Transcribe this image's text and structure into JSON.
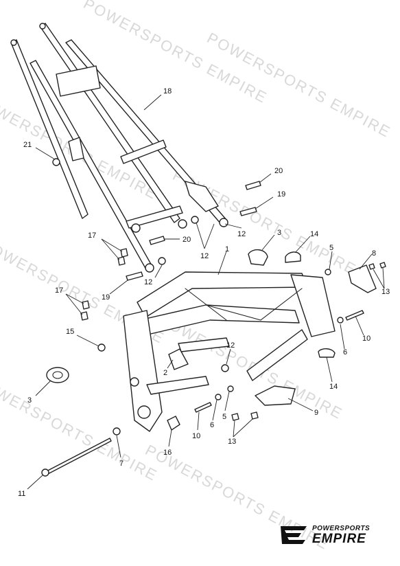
{
  "watermark": {
    "text": "POWERSPORTS EMPIRE"
  },
  "brand": {
    "top": "POWERSPORTS",
    "main": "EMPIRE"
  },
  "callouts": [
    {
      "id": "c18",
      "label": "18"
    },
    {
      "id": "c21",
      "label": "21"
    },
    {
      "id": "c20a",
      "label": "20"
    },
    {
      "id": "c19a",
      "label": "19"
    },
    {
      "id": "c17a",
      "label": "17"
    },
    {
      "id": "c20b",
      "label": "20"
    },
    {
      "id": "c12a",
      "label": "12"
    },
    {
      "id": "c12b",
      "label": "12"
    },
    {
      "id": "c3a",
      "label": "3"
    },
    {
      "id": "c14a",
      "label": "14"
    },
    {
      "id": "c1",
      "label": "1"
    },
    {
      "id": "c5a",
      "label": "5"
    },
    {
      "id": "c8",
      "label": "8"
    },
    {
      "id": "c12c",
      "label": "12"
    },
    {
      "id": "c19b",
      "label": "19"
    },
    {
      "id": "c13a",
      "label": "13"
    },
    {
      "id": "c17b",
      "label": "17"
    },
    {
      "id": "c15",
      "label": "15"
    },
    {
      "id": "c10a",
      "label": "10"
    },
    {
      "id": "c12d",
      "label": "12"
    },
    {
      "id": "c6a",
      "label": "6"
    },
    {
      "id": "c2",
      "label": "2"
    },
    {
      "id": "c14b",
      "label": "14"
    },
    {
      "id": "c3b",
      "label": "3"
    },
    {
      "id": "c9",
      "label": "9"
    },
    {
      "id": "c5b",
      "label": "5"
    },
    {
      "id": "c6b",
      "label": "6"
    },
    {
      "id": "c10b",
      "label": "10"
    },
    {
      "id": "c13b",
      "label": "13"
    },
    {
      "id": "c16",
      "label": "16"
    },
    {
      "id": "c7",
      "label": "7"
    },
    {
      "id": "c11",
      "label": "11"
    }
  ]
}
